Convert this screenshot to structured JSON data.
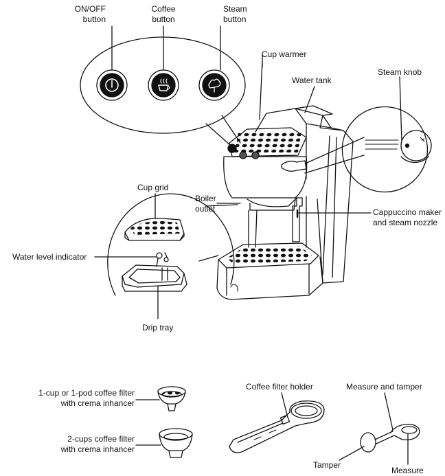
{
  "labels": {
    "onoff_line1": "ON/OFF",
    "onoff_line2": "button",
    "coffee_line1": "Coffee",
    "coffee_line2": "button",
    "steam_line1": "Steam",
    "steam_line2": "button",
    "cup_warmer": "Cup warmer",
    "water_tank": "Water tank",
    "steam_knob": "Steam knob",
    "cup_grid": "Cup grid",
    "boiler_line1": "Boiler",
    "boiler_line2": "outlet",
    "cappuccino_line1": "Cappuccino maker",
    "cappuccino_line2": "and steam nozzle",
    "water_level_indicator": "Water level indicator",
    "drip_tray": "Drip tray",
    "filter1_line1": "1-cup or 1-pod coffee filter",
    "filter1_line2": "with crema inhancer",
    "filter2_line1": "2-cups coffee filter",
    "filter2_line2": "with crema inhancer",
    "filter_holder": "Coffee filter holder",
    "measure_tamper": "Measure and tamper",
    "tamper": "Tamper",
    "measure": "Measure"
  }
}
